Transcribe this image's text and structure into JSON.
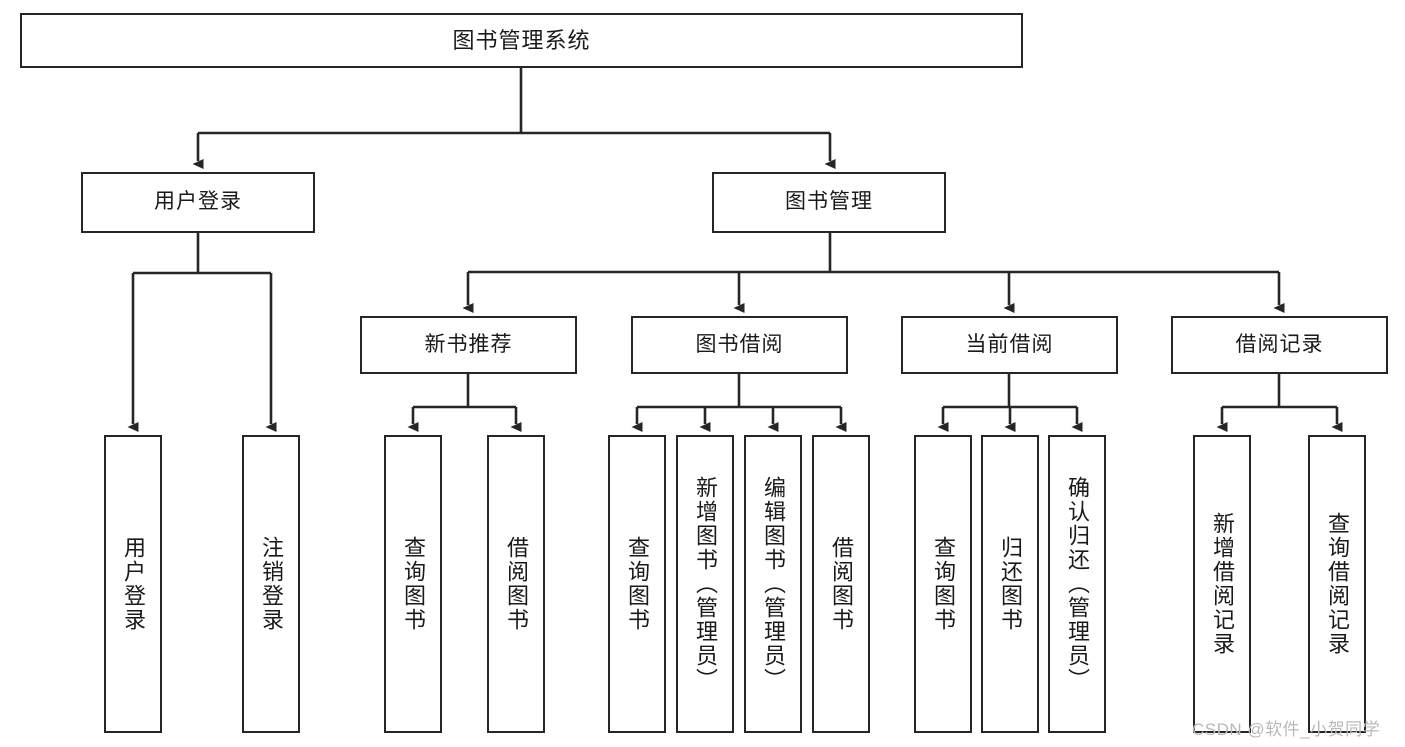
{
  "diagram": {
    "title": "图书管理系统",
    "type": "tree-hierarchy-chart",
    "root": {
      "label": "图书管理系统"
    },
    "level2": [
      {
        "label": "用户登录"
      },
      {
        "label": "图书管理"
      }
    ],
    "level3": [
      {
        "label": "新书推荐"
      },
      {
        "label": "图书借阅"
      },
      {
        "label": "当前借阅"
      },
      {
        "label": "借阅记录"
      }
    ],
    "leaves": {
      "user_login": [
        {
          "label": "用户登录"
        },
        {
          "label": "注销登录"
        }
      ],
      "new_book_recommend": [
        {
          "label": "查询图书"
        },
        {
          "label": "借阅图书"
        }
      ],
      "book_borrow": [
        {
          "label": "查询图书"
        },
        {
          "label": "新增图书（管理员）"
        },
        {
          "label": "编辑图书（管理员）"
        },
        {
          "label": "借阅图书"
        }
      ],
      "current_borrow": [
        {
          "label": "查询图书"
        },
        {
          "label": "归还图书"
        },
        {
          "label": "确认归还（管理员）"
        }
      ],
      "borrow_record": [
        {
          "label": "新增借阅记录"
        },
        {
          "label": "查询借阅记录"
        }
      ]
    }
  },
  "watermark": {
    "text": "CSDN @软件_小贺同学"
  },
  "colors": {
    "border": "#262626",
    "text": "#1a1a1a",
    "background": "#ffffff",
    "connector": "#262626",
    "watermark": "#b9b9b9"
  }
}
